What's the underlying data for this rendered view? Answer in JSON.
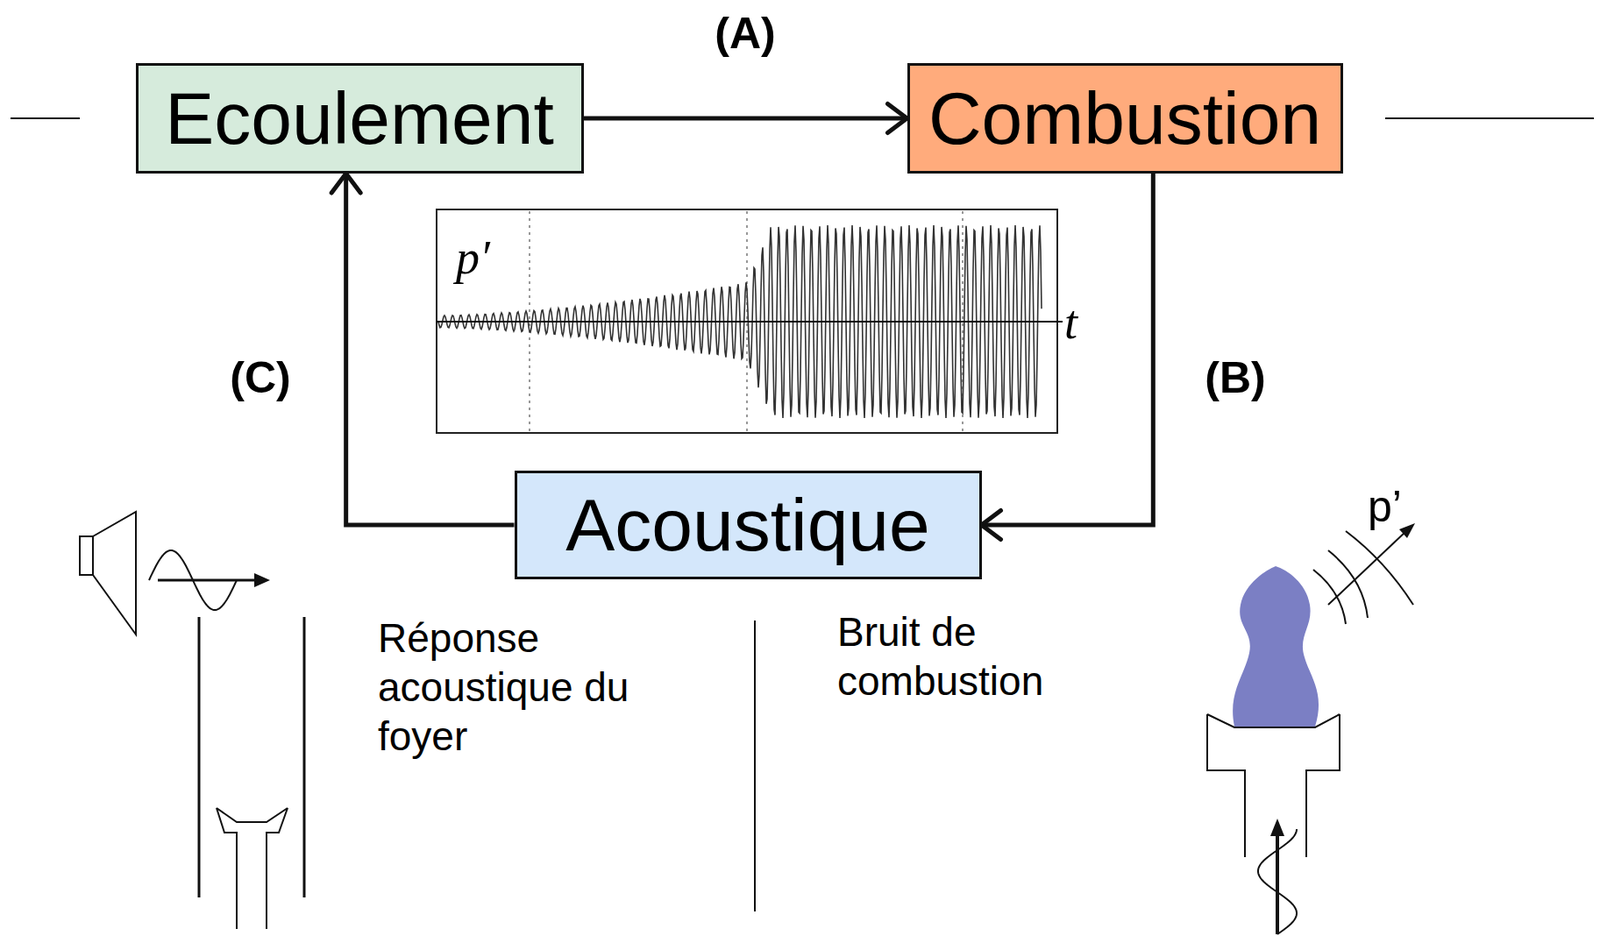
{
  "diagram": {
    "nodes": [
      {
        "text": [
          "Ecoulement"
        ]
      },
      {
        "text": [
          "Combustion"
        ]
      },
      {
        "text": [
          "Acoustique"
        ]
      }
    ],
    "edges": [
      {
        "from": 0,
        "to": 1,
        "arrow": "to",
        "label": "(A)"
      },
      {
        "from": 1,
        "to": 2,
        "arrow": "to",
        "label": "(B)"
      },
      {
        "from": 2,
        "to": 0,
        "arrow": "to",
        "label": "(C)"
      }
    ],
    "labels": [
      "p′",
      "t",
      "Réponse acoustique du foyer",
      "Bruit de combustion",
      "p’"
    ]
  }
}
